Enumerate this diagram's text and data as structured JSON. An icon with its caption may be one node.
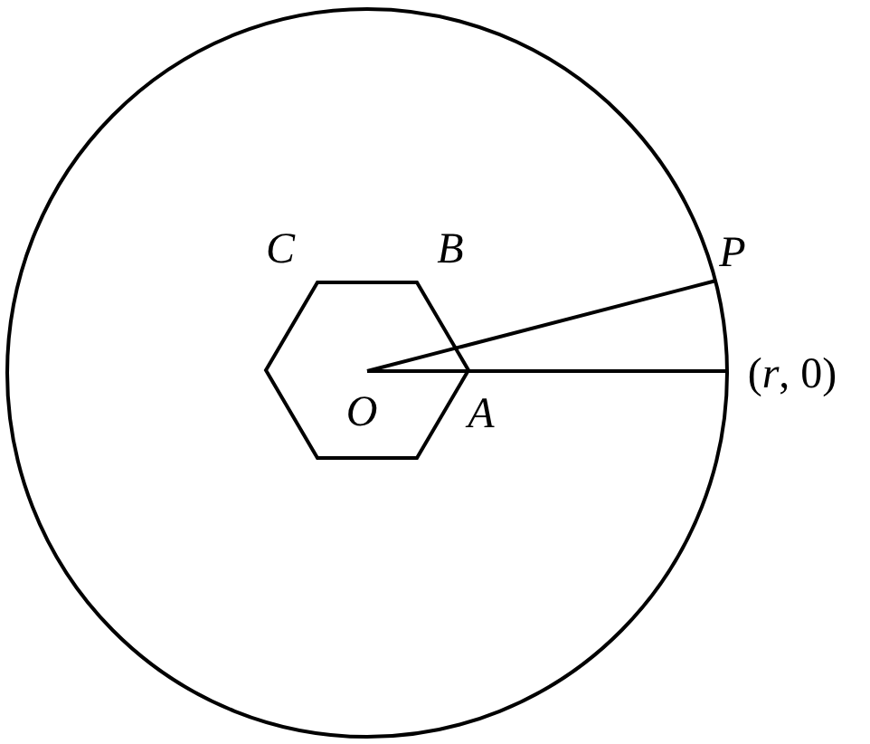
{
  "diagram": {
    "nodes": [
      {
        "text": [],
        "shape": "circle"
      },
      {
        "text": [],
        "shape": "hexagon",
        "in": 0
      }
    ],
    "labels": [
      "C",
      "B",
      "P",
      "O",
      "A",
      "(*r*, 0)"
    ]
  }
}
